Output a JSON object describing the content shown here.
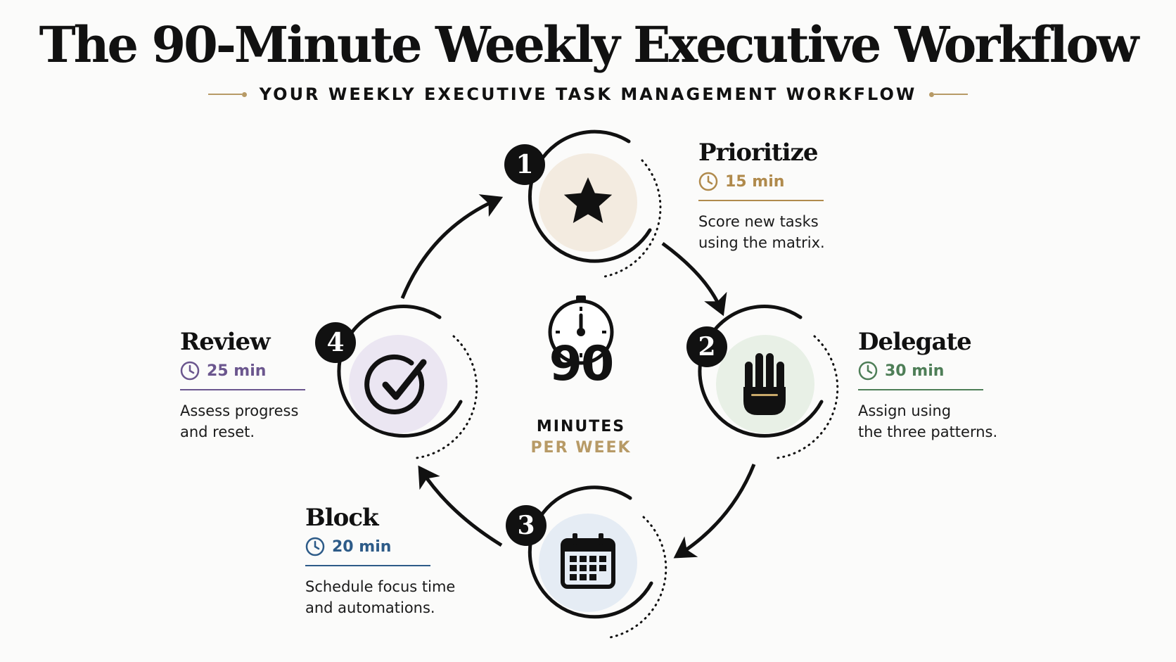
{
  "title": "The 90-Minute Weekly Executive Workflow",
  "subtitle": "YOUR WEEKLY EXECUTIVE TASK MANAGEMENT WORKFLOW",
  "center": {
    "value": "90",
    "line1": "MINUTES",
    "line2": "PER WEEK",
    "icon": "stopwatch-icon"
  },
  "steps": [
    {
      "number": "1",
      "title": "Prioritize",
      "time": "15 min",
      "desc_line1": "Score new tasks",
      "desc_line2": "using the matrix.",
      "icon": "star-icon",
      "accent": "#b08a4c",
      "fill": "#f3ebe0"
    },
    {
      "number": "2",
      "title": "Delegate",
      "time": "30 min",
      "desc_line1": "Assign using",
      "desc_line2": "the three patterns.",
      "icon": "hand-icon",
      "accent": "#4e7e57",
      "fill": "#e8f0e6"
    },
    {
      "number": "3",
      "title": "Block",
      "time": "20 min",
      "desc_line1": "Schedule focus time",
      "desc_line2": "and automations.",
      "icon": "calendar-icon",
      "accent": "#2d5b88",
      "fill": "#e5ecf4"
    },
    {
      "number": "4",
      "title": "Review",
      "time": "25 min",
      "desc_line1": "Assess progress",
      "desc_line2": "and reset.",
      "icon": "checkmark-icon",
      "accent": "#6b568e",
      "fill": "#ebe6f2"
    }
  ],
  "colors": {
    "ink": "#111111",
    "gold": "#b79a66"
  }
}
